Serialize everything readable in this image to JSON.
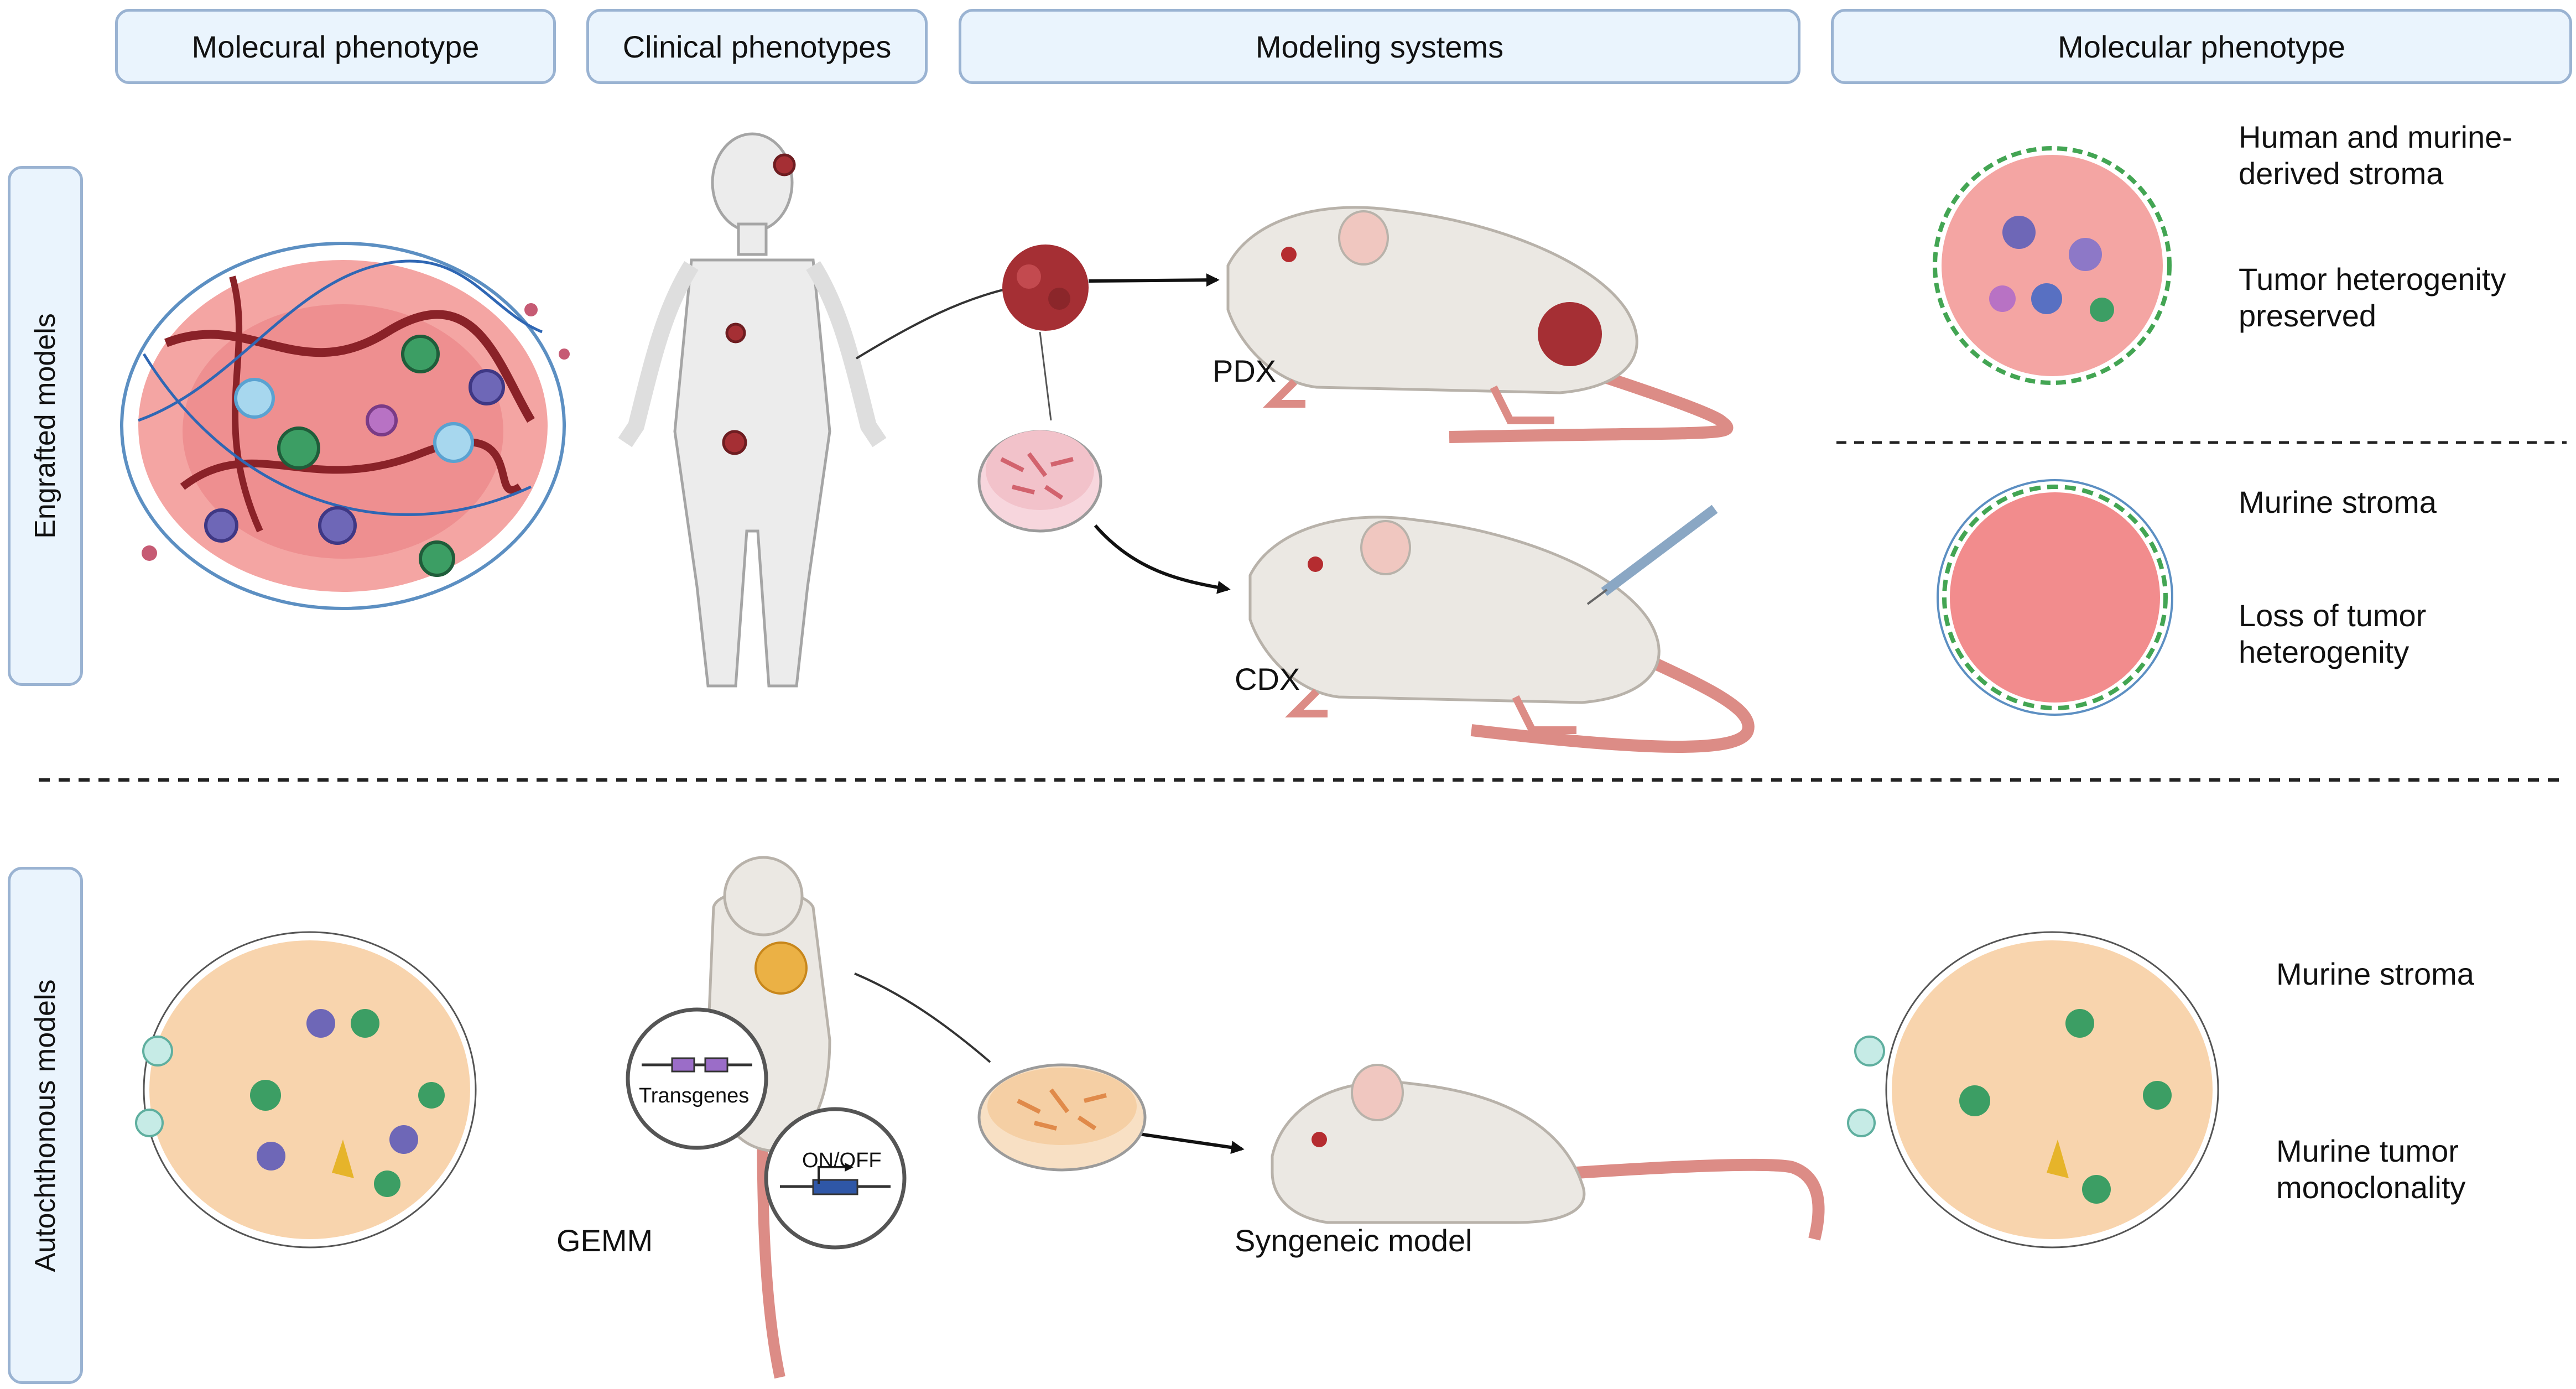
{
  "headers": {
    "col1": "Molecural phenotype",
    "col2": "Clinical phenotypes",
    "col3": "Modeling systems",
    "col4": "Molecular phenotype"
  },
  "rows": {
    "engrafted": "Engrafted models",
    "autochthonous": "Autochthonous models"
  },
  "labels": {
    "pdx": "PDX",
    "cdx": "CDX",
    "gemm": "GEMM",
    "syngeneic": "Syngeneic model",
    "transgenes": "Transgenes",
    "on_off": "ON/OFF"
  },
  "phenotypes": {
    "pdx_line1": "Human and murine-",
    "pdx_line2": "derived stroma",
    "pdx_line3": "Tumor heterogenity",
    "pdx_line4": "preserved",
    "cdx_line1": "Murine stroma",
    "cdx_line2": "Loss of tumor",
    "cdx_line3": "heterogenity",
    "auto_line1": "Murine stroma",
    "auto_line2": "Murine tumor",
    "auto_line3": "monoclonality"
  },
  "colors": {
    "header_fill": "#eaf4fd",
    "header_border": "#9ab3d2",
    "tumor_human": "#f19a9a",
    "tumor_murine": "#f8d4ad",
    "mouse_body": "#ebe8e3",
    "mouse_tail": "#dc8c86",
    "tumor_dark": "#a52f34"
  }
}
